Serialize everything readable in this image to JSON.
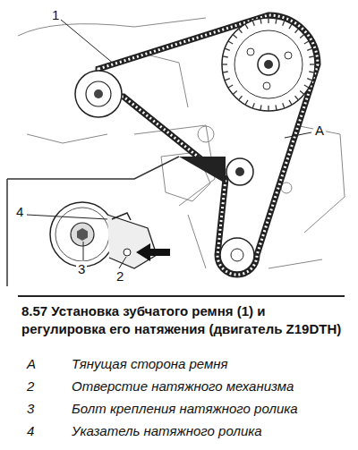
{
  "diagram": {
    "caption": "8.57 Установка зубчатого ремня (1) и регулировка его натяжения (двигатель Z19DTH)",
    "labels": [
      "1",
      "A",
      "4",
      "3",
      "2",
      "A",
      "Тянущая сторона ремня",
      "2",
      "Отверстие натяжного механизма",
      "3",
      "Болт крепления натяжного ролика",
      "4",
      "Указатель натяжного ролика"
    ]
  }
}
